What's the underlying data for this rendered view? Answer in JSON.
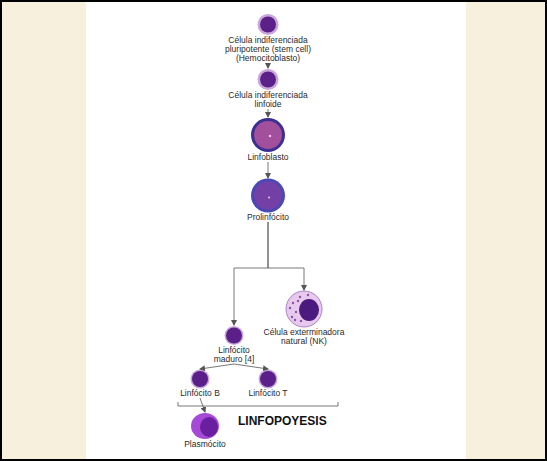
{
  "diagram": {
    "nodes": [
      {
        "text": [
          "Célula indiferenciada pluripotente (stem cell) (Hemocitoblasto)"
        ]
      },
      {
        "text": [
          "Célula indiferenciada linfoide"
        ]
      },
      {
        "text": [
          "Linfoblasto"
        ]
      },
      {
        "text": [
          "Prolinfócito"
        ]
      },
      {
        "text": [
          "Linfócito maduro [4]"
        ]
      },
      {
        "text": [
          "Célula exterminadora natural (NK)"
        ]
      },
      {
        "text": [
          "Linfócito B"
        ]
      },
      {
        "text": [
          "Linfócito T"
        ]
      },
      {
        "text": [
          "Plasmócito"
        ]
      }
    ],
    "edges": [
      {
        "from": 0,
        "to": 1,
        "arrow": "to"
      },
      {
        "from": 1,
        "to": 2,
        "arrow": "to"
      },
      {
        "from": 2,
        "to": 3,
        "arrow": "to"
      },
      {
        "from": 3,
        "to": 4,
        "arrow": "to"
      },
      {
        "from": 3,
        "to": 5,
        "arrow": "to"
      },
      {
        "from": 4,
        "to": 6,
        "arrow": "to"
      },
      {
        "from": 4,
        "to": 7,
        "arrow": "to"
      },
      {
        "from": 6,
        "to": 8,
        "arrow": "to"
      }
    ],
    "labels": [
      "LINFOPOYESIS"
    ]
  }
}
